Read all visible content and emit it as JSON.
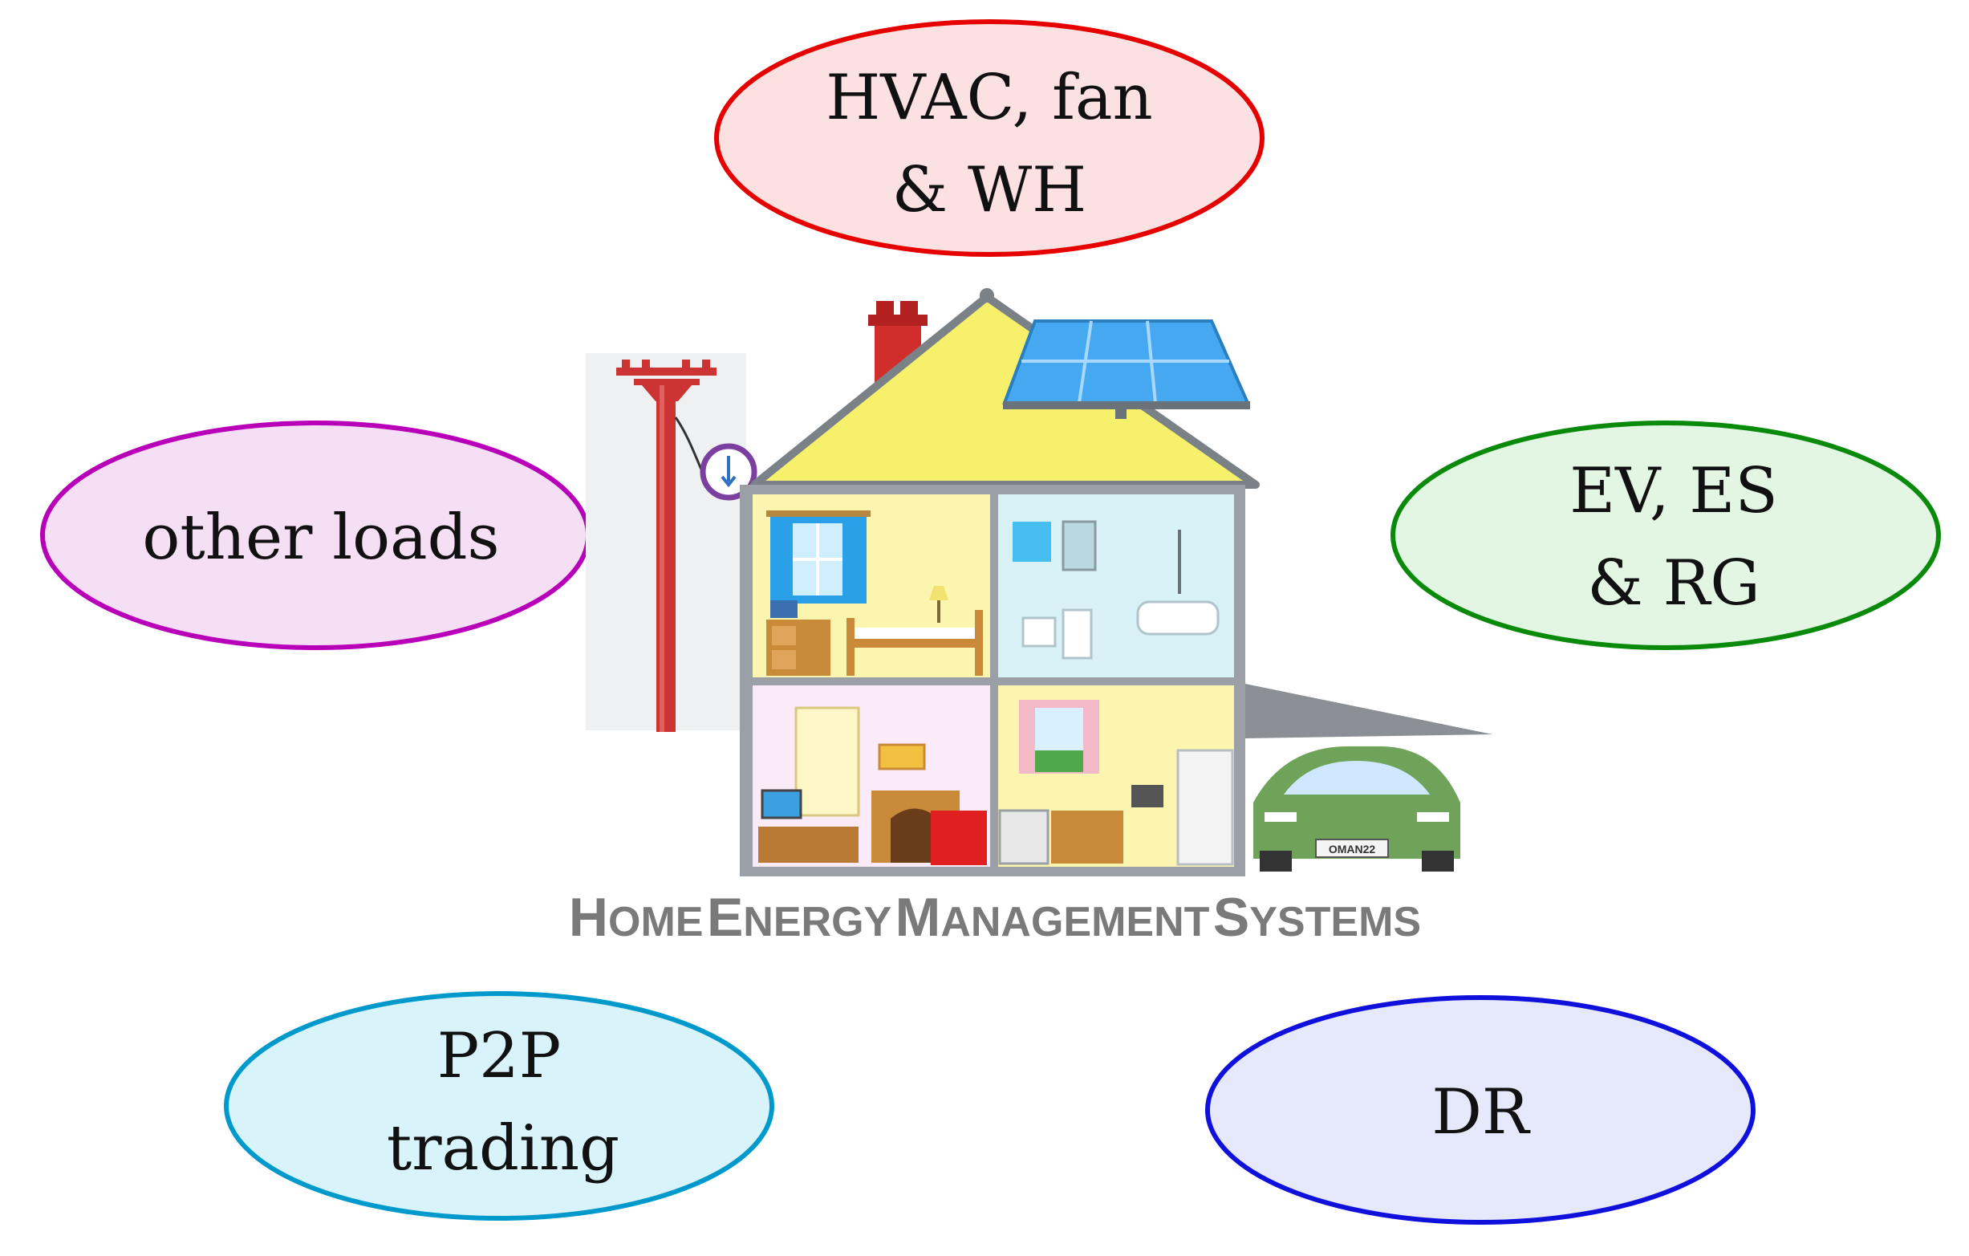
{
  "bubbles": {
    "hvac": {
      "line1": "HVAC, fan",
      "line2": "& WH",
      "stroke": "#e60000",
      "fill": "#fbe1e1"
    },
    "other": {
      "line1": "other loads",
      "stroke": "#b800b8",
      "fill": "#f5dff5"
    },
    "ev": {
      "line1": "EV, ES",
      "line2": "& RG",
      "stroke": "#0a8a0a",
      "fill": "#e3f5e3"
    },
    "p2p": {
      "line1": "P2P",
      "line2": "trading",
      "stroke": "#0099cc",
      "fill": "#d9f3fb"
    },
    "dr": {
      "line1": "DR",
      "stroke": "#1010dd",
      "fill": "#e6e8fb"
    }
  },
  "house": {
    "title": {
      "w1_initial": "H",
      "w1_rest": "OME",
      "w2_initial": "E",
      "w2_rest": "NERGY",
      "w3_initial": "M",
      "w3_rest": "ANAGEMENT",
      "w4_initial": "S",
      "w4_rest": "YSTEMS"
    },
    "plate": "OMAN22",
    "colors": {
      "roof": "#f7f06a",
      "wall": "#9aa0a6",
      "solar": "#46a8f0",
      "car": "#6fa35a",
      "chimney": "#d22d2d",
      "pole": "#cc3333"
    }
  }
}
